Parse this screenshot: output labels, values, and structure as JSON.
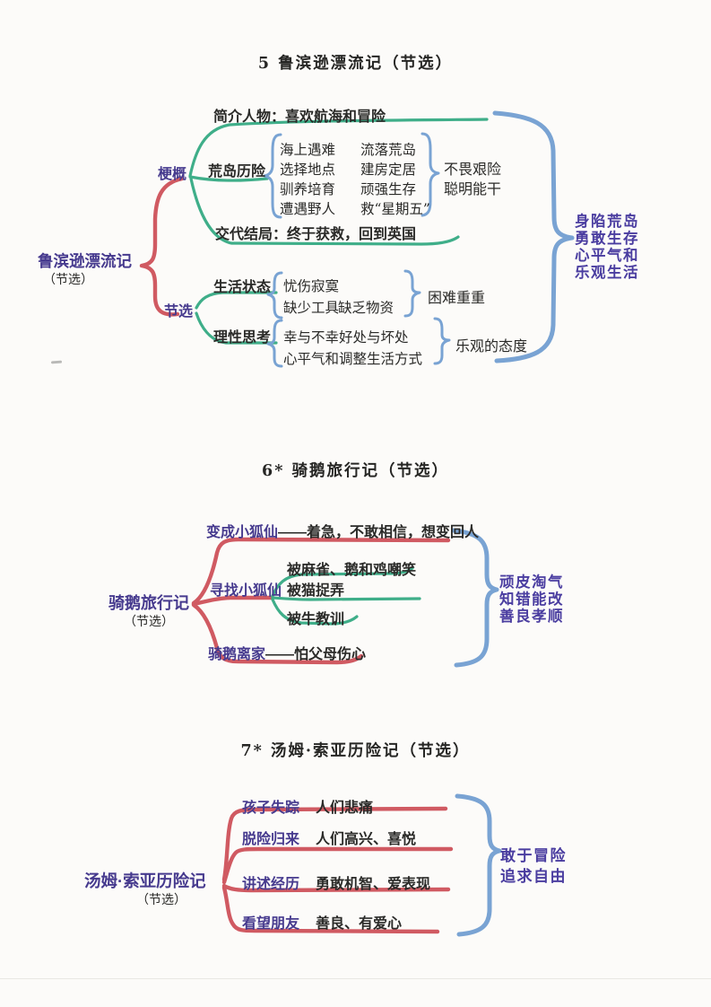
{
  "colors": {
    "purple_text": "#463a8e",
    "black_text": "#2a2a28",
    "red_line": "#d05a62",
    "green_line": "#3fae89",
    "blue_brace": "#79a3d3",
    "background": "#fcfbf9"
  },
  "robinson": {
    "title": "5 鲁滨逊漂流记（节选）",
    "root": "鲁滨逊漂流记",
    "root_sub": "（节选）",
    "branch_outline": "梗概",
    "branch_excerpt": "节选",
    "intro": "简介人物：喜欢航海和冒险",
    "adventure_label": "荒岛历险",
    "adventure_col1": [
      "海上遇难",
      "选择地点",
      "驯养培育",
      "遭遇野人"
    ],
    "adventure_col2": [
      "流落荒岛",
      "建房定居",
      "顽强生存",
      "救“星期五”"
    ],
    "adventure_result1": "不畏艰险",
    "adventure_result2": "聪明能干",
    "ending": "交代结局：终于获救，回到英国",
    "life_label": "生活状态",
    "life_items": [
      "忧伤寂寞",
      "缺少工具",
      "缺乏物资"
    ],
    "life_result": "困难重重",
    "think_label": "理性思考",
    "think_items": [
      "幸与不幸",
      "好处与坏处",
      "心平气和",
      "调整生活方式"
    ],
    "think_result": "乐观的态度",
    "summary": [
      "身陷荒岛",
      "勇敢生存",
      "心平气和",
      "乐观生活"
    ]
  },
  "goose": {
    "title": "6* 骑鹅旅行记（节选）",
    "root": "骑鹅旅行记",
    "root_sub": "（节选）",
    "row1_label": "变成小狐仙",
    "row1_text": "——着急，不敢相信，想变回人",
    "row2_label": "寻找小狐仙",
    "row2_items": [
      "被麻雀、鹅和鸡嘲笑",
      "被猫捉弄",
      "被牛教训"
    ],
    "row3_label": "骑鹅离家",
    "row3_text": "——怕父母伤心",
    "summary": [
      "顽皮淘气",
      "知错能改",
      "善良孝顺"
    ]
  },
  "tom": {
    "title": "7* 汤姆·索亚历险记（节选）",
    "root": "汤姆·索亚历险记",
    "root_sub": "（节选）",
    "rows": [
      {
        "label": "孩子失踪",
        "text": "人们悲痛"
      },
      {
        "label": "脱险归来",
        "text": "人们高兴、喜悦"
      },
      {
        "label": "讲述经历",
        "text": "勇敢机智、爱表现"
      },
      {
        "label": "看望朋友",
        "text": "善良、有爱心"
      }
    ],
    "summary": [
      "敢于冒险",
      "追求自由"
    ]
  }
}
